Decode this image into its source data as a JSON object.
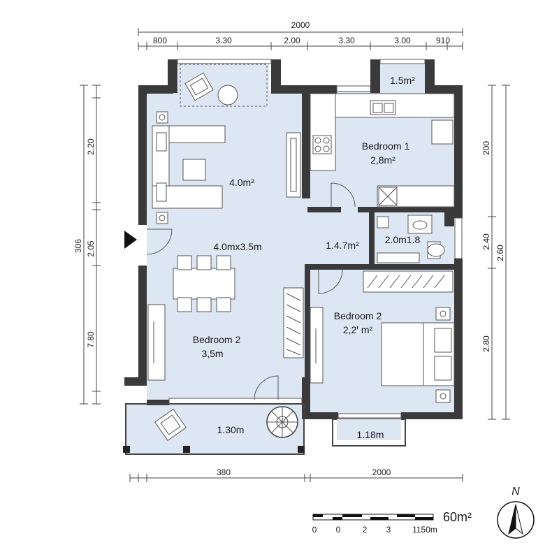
{
  "dimensions": {
    "top_total": "2000",
    "top_segments": [
      "800",
      "3.30",
      "2.00",
      "3.30",
      "3.00",
      "910"
    ],
    "bottom_segments": [
      "380",
      "2000"
    ],
    "left_total": "306",
    "left_segments": [
      "2.20",
      "2.05",
      "7.80"
    ],
    "right_segments": [
      "200",
      "2.40",
      "2.60",
      "2.80"
    ]
  },
  "rooms": {
    "living_area": "4.0m²",
    "dining_area": "4.0mx3.5m",
    "hall_area": "1.4.7m²",
    "bedroom1_name": "Bedroom 1",
    "bedroom1_area": "2,8m²",
    "bedroom2_left_name": "Bedroom 2",
    "bedroom2_left_area": "3,5m",
    "bedroom2_right_name": "Bedroom 2",
    "bedroom2_right_area": "2,2ꞌ m²",
    "bath_area": "2.0m1.8",
    "closet_area": "1.5m²",
    "balcony_area": "1.30m",
    "bay_area": "1.18m"
  },
  "scale_bar": {
    "ticks": [
      "0",
      "0",
      "2",
      "3",
      "1150m"
    ],
    "total_area": "60m²"
  },
  "compass": {
    "label": "N"
  }
}
